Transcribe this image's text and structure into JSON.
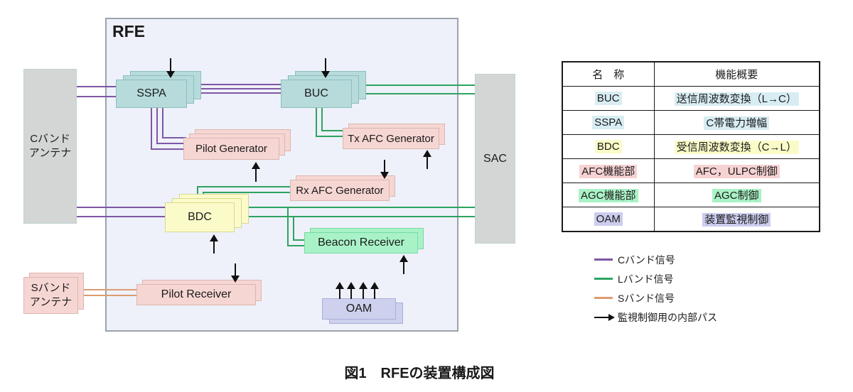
{
  "colors": {
    "c_signal": "#7e57a5",
    "l_signal": "#2da361",
    "s_signal": "#dd9c70",
    "teal_box": "#b7dbdb",
    "pink_box": "#f6d6d3",
    "yellow_box": "#fbfbca",
    "mint_box": "#a9f2c8",
    "lavender_box": "#cdd1ed"
  },
  "diagram": {
    "rfe_label": "RFE",
    "c_antenna": "Cバンド\nアンテナ",
    "s_antenna": "Sバンド\nアンテナ",
    "sac": "SAC",
    "blocks": {
      "sspa": "SSPA",
      "buc": "BUC",
      "pilot_generator": "Pilot Generator",
      "tx_afc_generator": "Tx AFC Generator",
      "rx_afc_generator": "Rx AFC Generator",
      "bdc": "BDC",
      "beacon_receiver": "Beacon Receiver",
      "pilot_receiver": "Pilot Receiver",
      "oam": "OAM"
    }
  },
  "table": {
    "headers": [
      "名　称",
      "機能概要"
    ],
    "rows": [
      {
        "name": "BUC",
        "desc": "送信周波数変換（L→C）",
        "hl": "#d8edf3"
      },
      {
        "name": "SSPA",
        "desc": "C帯電力増幅",
        "hl": "#d8edf3"
      },
      {
        "name": "BDC",
        "desc": "受信周波数変換（C→L）",
        "hl": "#fbfbc8"
      },
      {
        "name": "AFC機能部",
        "desc": "AFC，ULPC制御",
        "hl": "#f7d2d2"
      },
      {
        "name": "AGC機能部",
        "desc": "AGC制御",
        "hl": "#a9f2c6"
      },
      {
        "name": "OAM",
        "desc": "装置監視制御",
        "hl": "#ccccee"
      }
    ]
  },
  "legend": {
    "items": [
      {
        "label": "Cバンド信号",
        "swatch": "#7e57a5",
        "type": "line"
      },
      {
        "label": "Lバンド信号",
        "swatch": "#2da361",
        "type": "line"
      },
      {
        "label": "Sバンド信号",
        "swatch": "#dd9c70",
        "type": "line"
      },
      {
        "label": "監視制御用の内部パス",
        "swatch": "#111111",
        "type": "arrow"
      }
    ]
  },
  "caption": "図1　RFEの装置構成図"
}
